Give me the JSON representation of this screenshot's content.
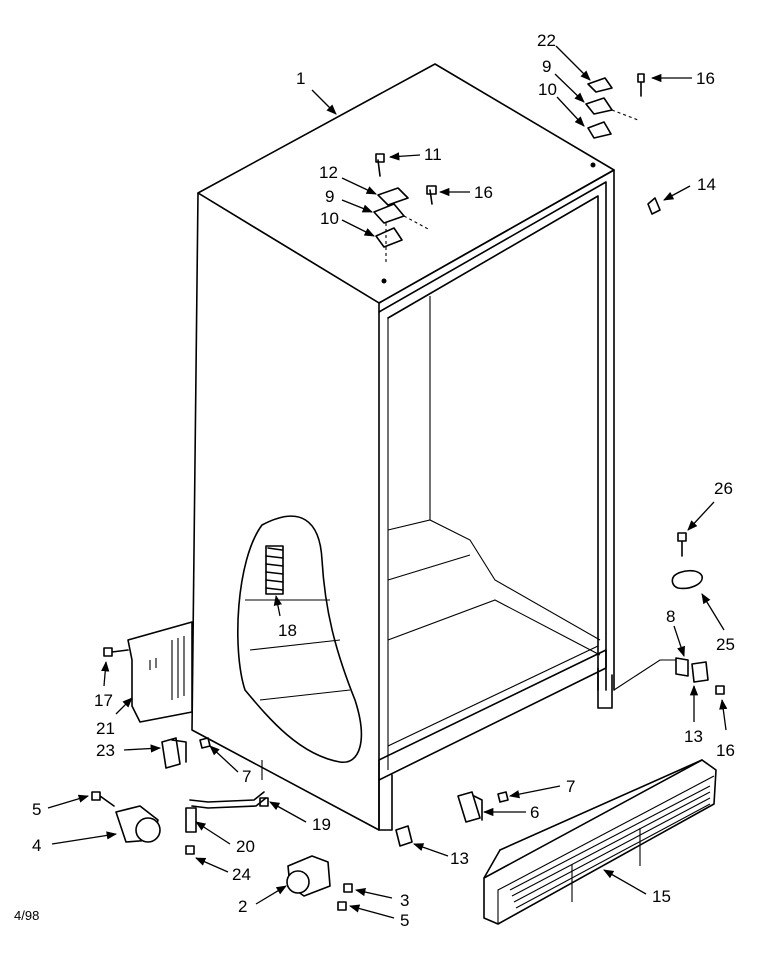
{
  "diagram": {
    "date_code": "4/98",
    "callouts": [
      "1",
      "22",
      "9",
      "16",
      "10",
      "11",
      "12",
      "9",
      "16",
      "10",
      "14",
      "26",
      "18",
      "25",
      "8",
      "17",
      "21",
      "13",
      "16",
      "23",
      "7",
      "7",
      "5",
      "6",
      "19",
      "4",
      "20",
      "13",
      "24",
      "15",
      "3",
      "2",
      "5"
    ]
  }
}
